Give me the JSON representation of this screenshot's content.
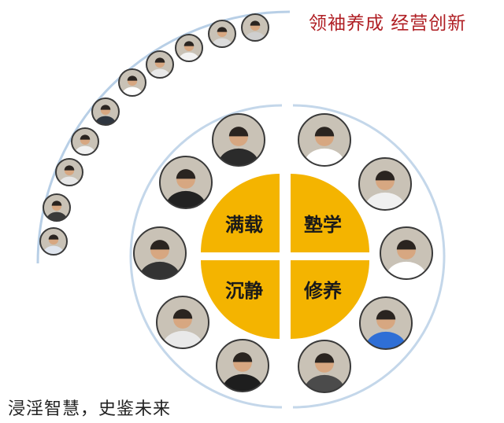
{
  "header": {
    "slogan": "领袖养成  经营创新"
  },
  "footer": {
    "slogan": "浸淫智慧，史鉴未来"
  },
  "core": {
    "quadrants": [
      {
        "label": "满载"
      },
      {
        "label": "塾学"
      },
      {
        "label": "沉静"
      },
      {
        "label": "修养"
      }
    ]
  },
  "colors": {
    "accent_red": "#b01f24",
    "core_yellow": "#f4b400",
    "ring_blue": "#b8cfe6"
  },
  "outer_arc": {
    "portraits": [
      {
        "icon": "person-portrait-icon",
        "shirt": "#dfe5ee"
      },
      {
        "icon": "person-portrait-icon",
        "shirt": "#3a3a3a"
      },
      {
        "icon": "person-portrait-icon",
        "shirt": "#e7e7e7"
      },
      {
        "icon": "person-portrait-icon",
        "shirt": "#f1f1f1"
      },
      {
        "icon": "person-portrait-icon",
        "shirt": "#2f3640"
      },
      {
        "icon": "person-portrait-icon",
        "shirt": "#ffffff"
      },
      {
        "icon": "person-portrait-icon",
        "shirt": "#e9e9e9"
      },
      {
        "icon": "person-portrait-icon",
        "shirt": "#f2f2f2"
      },
      {
        "icon": "person-portrait-icon",
        "shirt": "#dcdcdc"
      },
      {
        "icon": "person-portrait-icon",
        "shirt": "#cfcfcf"
      }
    ]
  },
  "inner_ring": {
    "left": [
      {
        "icon": "person-portrait-icon",
        "shirt": "#2b2b2b"
      },
      {
        "icon": "person-portrait-icon",
        "shirt": "#222222"
      },
      {
        "icon": "person-portrait-icon",
        "shirt": "#333333"
      },
      {
        "icon": "person-portrait-icon",
        "shirt": "#e9e9e9"
      },
      {
        "icon": "person-portrait-icon",
        "shirt": "#1e1e1e"
      }
    ],
    "right": [
      {
        "icon": "person-portrait-icon",
        "shirt": "#ffffff"
      },
      {
        "icon": "person-portrait-icon",
        "shirt": "#f0f0f0"
      },
      {
        "icon": "person-portrait-icon",
        "shirt": "#ffffff"
      },
      {
        "icon": "person-portrait-icon",
        "shirt": "#2f6fd6"
      },
      {
        "icon": "person-portrait-icon",
        "shirt": "#4b4b4b"
      }
    ]
  }
}
